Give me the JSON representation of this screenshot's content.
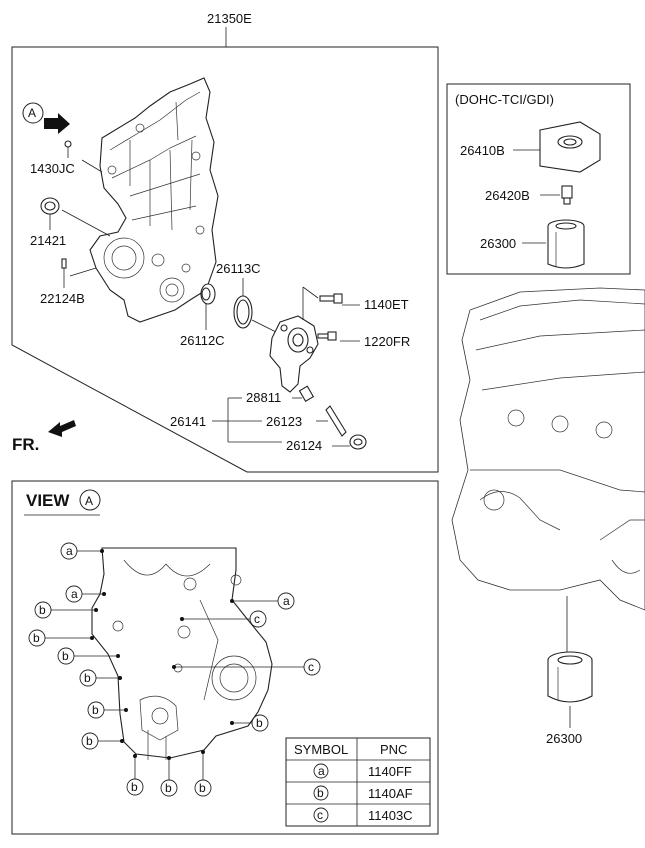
{
  "main_part": "21350E",
  "view_marker": "A",
  "front_label": "FR.",
  "callouts": {
    "p1430JC": "1430JC",
    "p21421": "21421",
    "p22124B": "22124B",
    "p26113C": "26113C",
    "p26112C": "26112C",
    "p1140ET": "1140ET",
    "p1220FR": "1220FR",
    "p28811": "28811",
    "p26141": "26141",
    "p26123": "26123",
    "p26124": "26124"
  },
  "variant_box": {
    "title": "(DOHC-TCI/GDI)",
    "parts": [
      "26410B",
      "26420B",
      "26300"
    ]
  },
  "engine_filter": "26300",
  "view_panel": {
    "title": "VIEW",
    "marker": "A",
    "symbols": {
      "a": "a",
      "b": "b",
      "c": "c"
    },
    "table": {
      "headers": [
        "SYMBOL",
        "PNC"
      ],
      "rows": [
        {
          "symbol": "a",
          "pnc": "1140FF"
        },
        {
          "symbol": "b",
          "pnc": "1140AF"
        },
        {
          "symbol": "c",
          "pnc": "11403C"
        }
      ]
    }
  }
}
